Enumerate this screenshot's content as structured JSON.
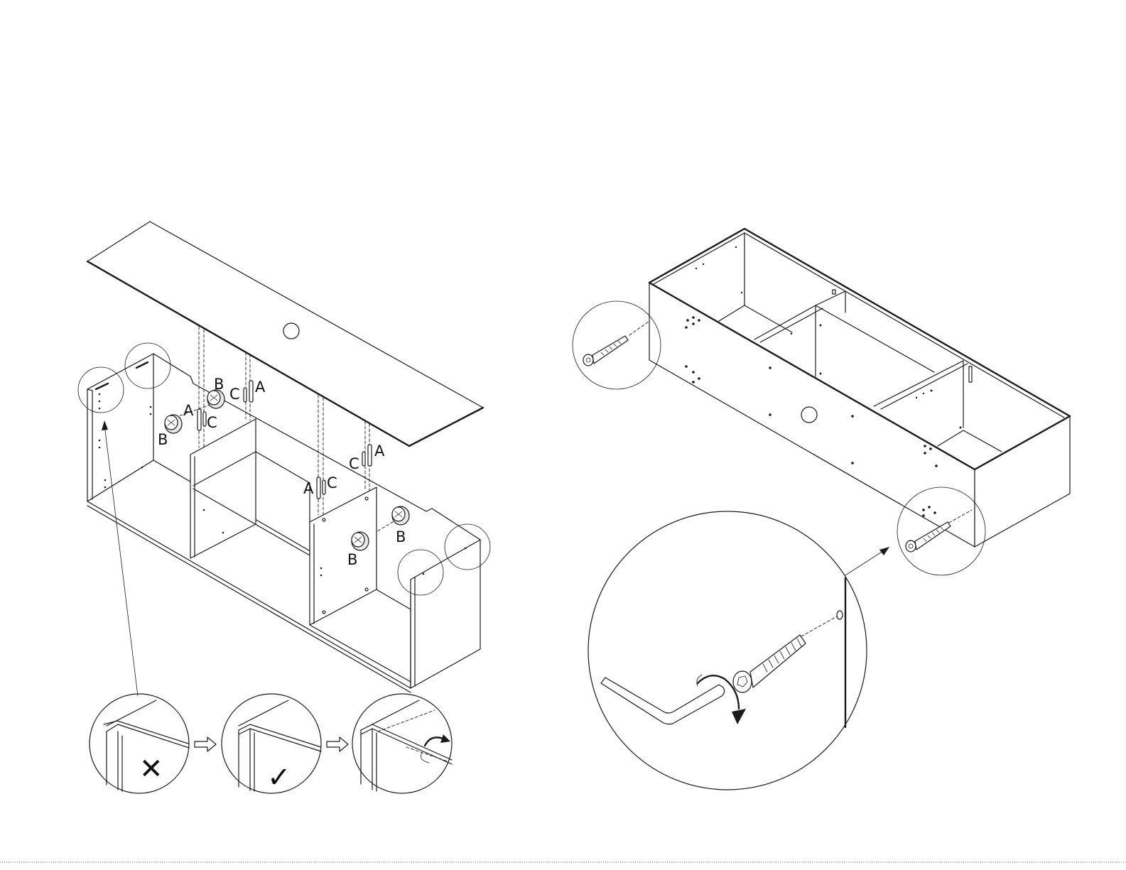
{
  "labels": {
    "a": "A",
    "b": "B",
    "c": "C"
  },
  "steps": {
    "wrong_mark": "✕",
    "right_mark": "✓"
  },
  "icons": {
    "arrow": "arrow-right-icon",
    "rotate": "rotate-arrow-icon",
    "allen_key": "allen-key-icon",
    "bolt": "bolt-icon",
    "cam_lock": "cam-lock-icon",
    "dowel": "dowel-icon"
  }
}
